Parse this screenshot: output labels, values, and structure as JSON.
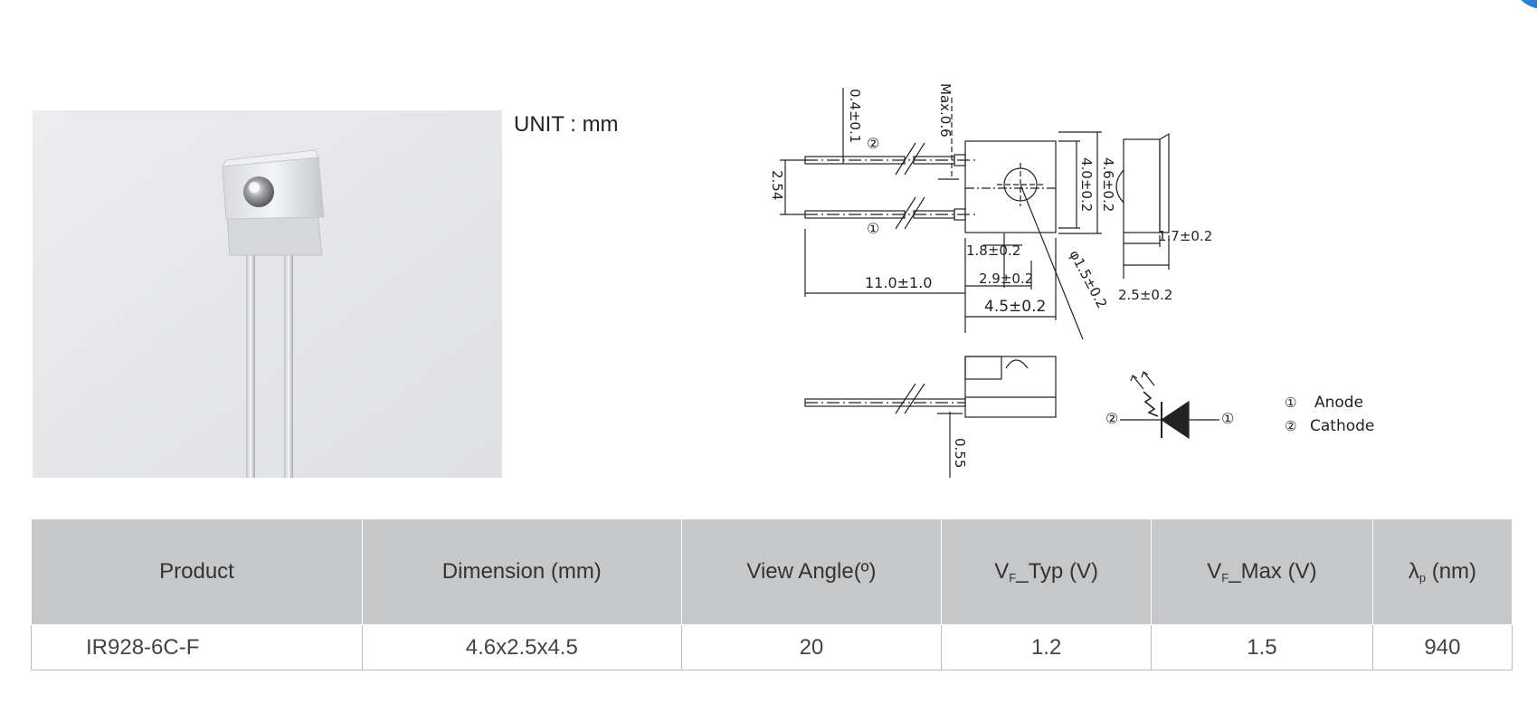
{
  "unit_label": "UNIT : mm",
  "drawing": {
    "dims": {
      "lead_w": "0.4±0.1",
      "max": "Max.0.6",
      "pitch": "2.54",
      "body_w": "4.0±0.2",
      "body_h": "4.6±0.2",
      "side_depth": "1.7±0.2",
      "side_total": "2.5±0.2",
      "lens_pos": "1.8±0.2",
      "lead_len": "11.0±1.0",
      "lens_dist": "2.9±0.2",
      "body_len": "4.5±0.2",
      "lens_dia": "φ1.5±0.2",
      "lead_thk": "0.55"
    },
    "pin_marks": {
      "pin1": "①",
      "pin2": "②"
    },
    "legend": [
      {
        "mark": "①",
        "label": "Anode"
      },
      {
        "mark": "②",
        "label": "Cathode"
      }
    ]
  },
  "table": {
    "headers": {
      "product": "Product",
      "dimension": "Dimension (mm)",
      "view_angle": "View Angle(º)",
      "vf_typ_pre": "V",
      "vf_typ_sub": "F",
      "vf_typ_post": "_Typ (V)",
      "vf_max_pre": "V",
      "vf_max_sub": "F",
      "vf_max_post": "_Max (V)",
      "lambda_pre": "λ",
      "lambda_sub": "p",
      "lambda_post": " (nm)"
    },
    "row": {
      "product": "IR928-6C-F",
      "dimension": "4.6x2.5x4.5",
      "view_angle": "20",
      "vf_typ": "1.2",
      "vf_max": "1.5",
      "lambda": "940"
    }
  }
}
